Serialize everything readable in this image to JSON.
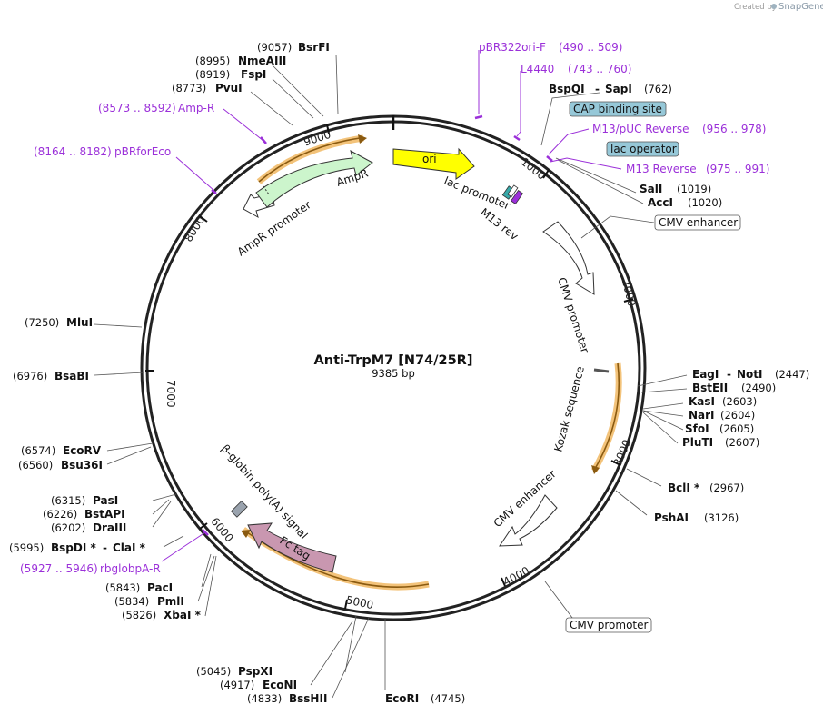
{
  "header": {
    "created_by": "Created by",
    "brand": "SnapGene"
  },
  "plasmid": {
    "name": "Anti-TrpM7 [N74/25R]",
    "length": "9385 bp"
  },
  "ticks": [
    "1000",
    "2000",
    "3000",
    "4000",
    "5000",
    "6000",
    "7000",
    "8000",
    "9000"
  ],
  "sites": [
    {
      "name": "BsrFI",
      "pos": "(9057)"
    },
    {
      "name": "NmeAIII",
      "pos": "(8995)"
    },
    {
      "name": "FspI",
      "pos": "(8919)"
    },
    {
      "name": "PvuI",
      "pos": "(8773)"
    },
    {
      "name": "BspQI",
      "sep": "-",
      "name2": "SapI",
      "pos": "(762)"
    },
    {
      "name": "SalI",
      "pos": "(1019)"
    },
    {
      "name": "AccI",
      "pos": "(1020)"
    },
    {
      "name": "EagI",
      "sep": "-",
      "name2": "NotI",
      "pos": "(2447)"
    },
    {
      "name": "BstEII",
      "pos": "(2490)"
    },
    {
      "name": "KasI",
      "pos": "(2603)"
    },
    {
      "name": "NarI",
      "pos": "(2604)"
    },
    {
      "name": "SfoI",
      "pos": "(2605)"
    },
    {
      "name": "PluTI",
      "pos": "(2607)"
    },
    {
      "name": "BclI *",
      "pos": "(2967)"
    },
    {
      "name": "PshAI",
      "pos": "(3126)"
    },
    {
      "name": "EcoRI",
      "pos": "(4745)"
    },
    {
      "name": "PspXI",
      "pos": "(5045)"
    },
    {
      "name": "EcoNI",
      "pos": "(4917)"
    },
    {
      "name": "BssHII",
      "pos": "(4833)"
    },
    {
      "name": "PacI",
      "pos": "(5843)"
    },
    {
      "name": "PmlI",
      "pos": "(5834)"
    },
    {
      "name": "XbaI *",
      "pos": "(5826)"
    },
    {
      "name": "BspDI *",
      "sep": "-",
      "name2": "ClaI *",
      "pos": "(5995)"
    },
    {
      "name": "PasI",
      "pos": "(6315)"
    },
    {
      "name": "BstAPI",
      "pos": "(6226)"
    },
    {
      "name": "DraIII",
      "pos": "(6202)"
    },
    {
      "name": "EcoRV",
      "pos": "(6574)"
    },
    {
      "name": "Bsu36I",
      "pos": "(6560)"
    },
    {
      "name": "BsaBI",
      "pos": "(6976)"
    },
    {
      "name": "MluI",
      "pos": "(7250)"
    }
  ],
  "primers": [
    {
      "name": "pBR322ori-F",
      "range": "(490 .. 509)"
    },
    {
      "name": "L4440",
      "range": "(743 .. 760)"
    },
    {
      "name": "M13/pUC Reverse",
      "range": "(956 .. 978)"
    },
    {
      "name": "M13 Reverse",
      "range": "(975 .. 991)"
    },
    {
      "name": "Amp-R",
      "range": "(8573 .. 8592)"
    },
    {
      "name": "pBRforEco",
      "range": "(8164 .. 8182)"
    },
    {
      "name": "rbglobpA-R",
      "range": "(5927 .. 5946)"
    }
  ],
  "boxed_labels": [
    "CAP binding site",
    "lac operator",
    "CMV enhancer",
    "CMV promoter"
  ],
  "features": {
    "ori": "ori",
    "ampr": "AmpR",
    "ampr_promoter": "AmpR promoter",
    "lac_promoter": "lac promoter",
    "m13_rev": "M13 rev",
    "cmv_promoter": "CMV promoter",
    "kozak": "Kozak sequence",
    "cmv_enhancer": "CMV enhancer",
    "fc_tag": "Fc tag",
    "polya": "β-globin poly(A) signal"
  },
  "colors": {
    "ori": "#ffff00",
    "ampr": "#ccf5cc",
    "fc_tag": "#c997b0",
    "primer": "#9b30d9",
    "highlight": "#f3c37a",
    "cap_box": "#96c8d8",
    "polya": "#9aa3ae"
  }
}
